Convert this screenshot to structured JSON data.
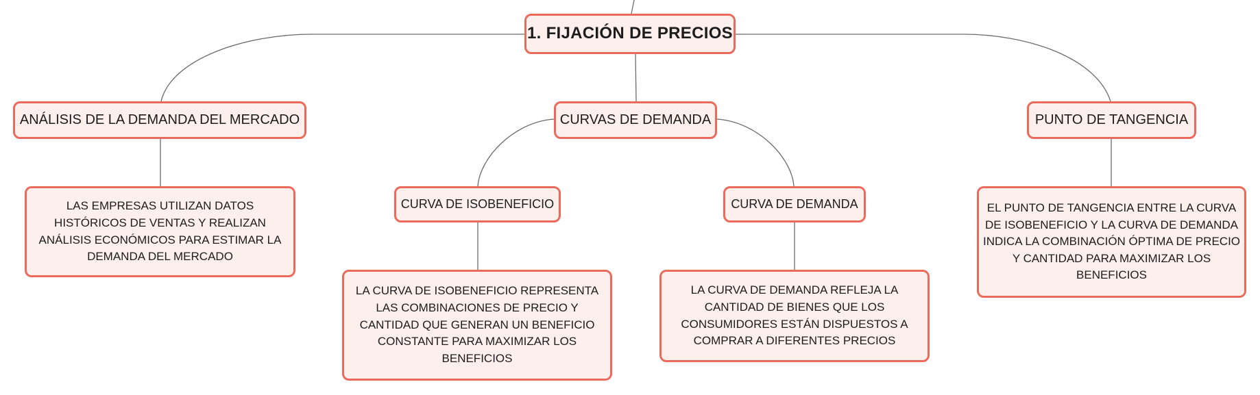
{
  "diagram": {
    "root": {
      "label": "1. FIJACIÓN DE PRECIOS"
    },
    "branches": [
      {
        "label": "ANÁLISIS DE LA DEMANDA DEL MERCADO",
        "detail": "LAS EMPRESAS UTILIZAN DATOS HISTÓRICOS DE VENTAS Y REALIZAN ANÁLISIS ECONÓMICOS PARA ESTIMAR LA DEMANDA DEL MERCADO"
      },
      {
        "label": "CURVAS DE DEMANDA",
        "children": [
          {
            "label": "CURVA DE ISOBENEFICIO",
            "detail": "LA CURVA DE ISOBENEFICIO REPRESENTA LAS COMBINACIONES DE PRECIO Y CANTIDAD QUE GENERAN UN BENEFICIO CONSTANTE PARA MAXIMIZAR LOS BENEFICIOS"
          },
          {
            "label": "CURVA DE DEMANDA",
            "detail": "LA CURVA DE DEMANDA REFLEJA LA CANTIDAD DE BIENES QUE LOS CONSUMIDORES ESTÁN DISPUESTOS A COMPRAR A DIFERENTES PRECIOS"
          }
        ]
      },
      {
        "label": "PUNTO DE TANGENCIA",
        "detail": "EL PUNTO DE TANGENCIA ENTRE LA CURVA DE ISOBENEFICIO Y LA CURVA DE DEMANDA INDICA LA COMBINACIÓN ÓPTIMA DE PRECIO Y CANTIDAD PARA MAXIMIZAR LOS BENEFICIOS"
      }
    ]
  },
  "colors": {
    "node_fill": "#fdf0ec",
    "node_border": "#ea6a5b",
    "connector": "#6b6b6b"
  }
}
